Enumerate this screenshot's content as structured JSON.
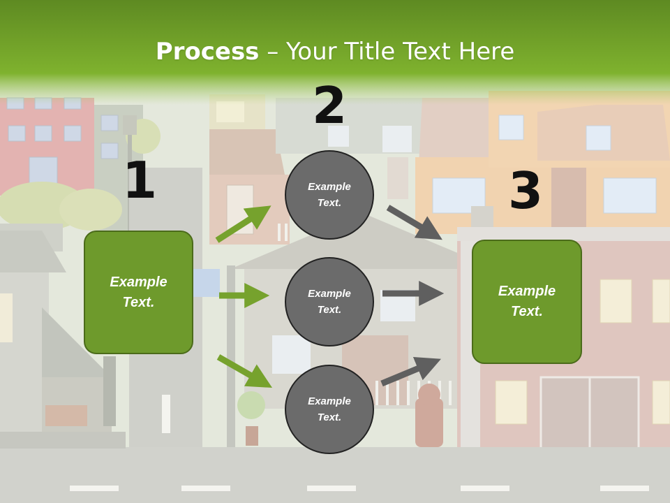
{
  "title": {
    "bold": "Process",
    "rest": " – Your Title Text Here"
  },
  "steps": [
    {
      "number": "1",
      "box_text": "Example\nText."
    },
    {
      "number": "2",
      "circles": [
        "Example\nText.",
        "Example\nText.",
        "Example\nText."
      ]
    },
    {
      "number": "3",
      "box_text": "Example\nText."
    }
  ],
  "colors": {
    "header_green": "#7bac2c",
    "box_green": "#6e9a2c",
    "circle_gray": "#6b6b6b",
    "arrow_green": "#76a22d",
    "arrow_gray": "#5f5f5f"
  }
}
